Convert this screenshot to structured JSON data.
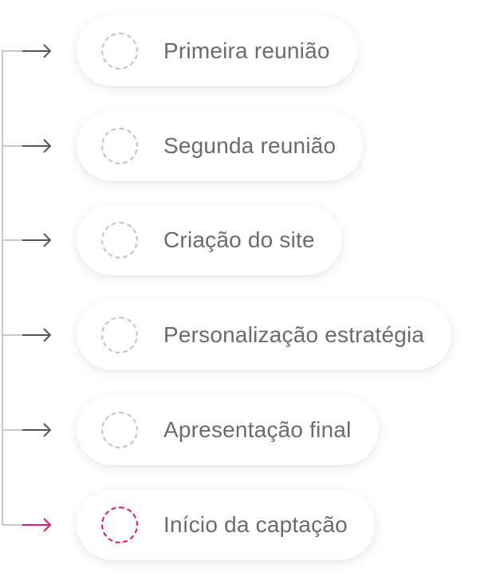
{
  "colors": {
    "line": "#c9c9c9",
    "arrow": "#555555",
    "accent": "#e6166f",
    "text": "#6b6b6b",
    "ring": "#c4c4c4"
  },
  "steps": [
    {
      "label": "Primeira reunião",
      "icon": "dashed-circle-icon",
      "active": false
    },
    {
      "label": "Segunda reunião",
      "icon": "dashed-circle-icon",
      "active": false
    },
    {
      "label": "Criação do site",
      "icon": "dashed-circle-icon",
      "active": false
    },
    {
      "label": "Personalização estratégia",
      "icon": "dashed-circle-icon",
      "active": false
    },
    {
      "label": "Apresentação final",
      "icon": "dashed-circle-icon",
      "active": false
    },
    {
      "label": "Início da captação",
      "icon": "dashed-circle-icon",
      "active": true
    }
  ]
}
